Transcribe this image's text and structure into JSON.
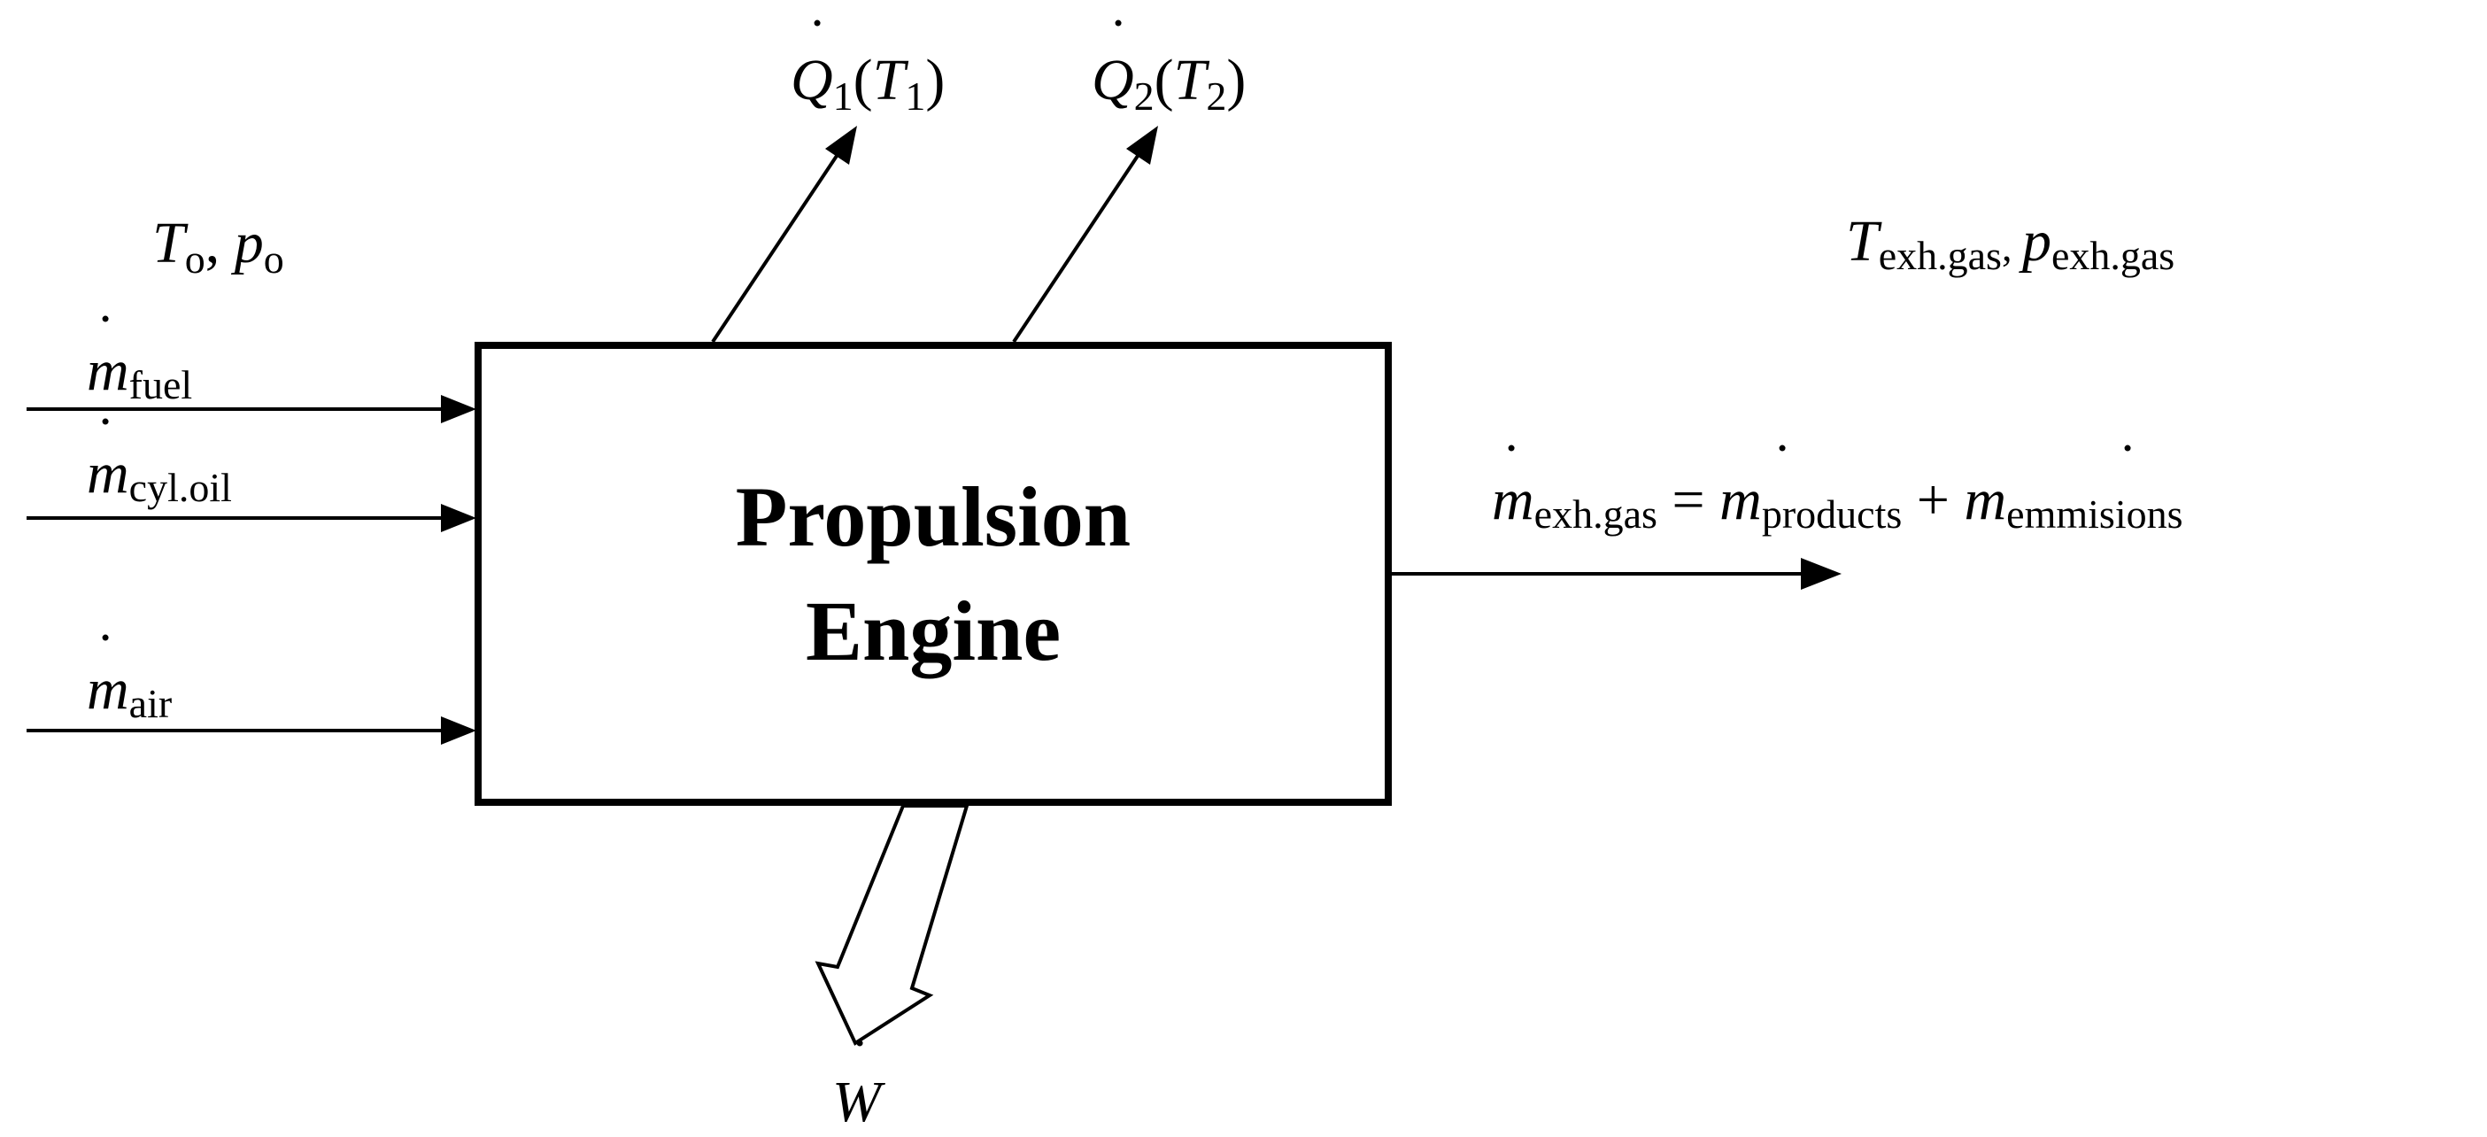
{
  "engine": {
    "line1": "Propulsion",
    "line2": "Engine"
  },
  "ambient": {
    "T": "T",
    "T_sub": "o",
    "sep": ", ",
    "p": "p",
    "p_sub": "o"
  },
  "inputs": [
    {
      "sym": "m",
      "dot": "˙",
      "sub": "fuel"
    },
    {
      "sym": "m",
      "dot": "˙",
      "sub": "cyl.oil"
    },
    {
      "sym": "m",
      "dot": "˙",
      "sub": "air"
    }
  ],
  "heat": [
    {
      "sym": "Q",
      "dot": "˙",
      "sub": "1",
      "open": "(",
      "T": "T",
      "T_sub": "1",
      "close": ")"
    },
    {
      "sym": "Q",
      "dot": "˙",
      "sub": "2",
      "open": "(",
      "T": "T",
      "T_sub": "2",
      "close": ")"
    }
  ],
  "exhaust": {
    "conditions": {
      "T": "T",
      "T_sub": "exh.gas",
      "sep": ", ",
      "p": "p",
      "p_sub": "exh.gas"
    },
    "flow": {
      "sym": "m",
      "dot": "˙",
      "sub": "exh.gas",
      "eq": " = ",
      "term1_sym": "m",
      "term1_sub": "products",
      "plus": " + ",
      "term2_sym": "m",
      "term2_sub": "emmisions"
    }
  },
  "work": {
    "sym": "W",
    "dot": "˙"
  }
}
